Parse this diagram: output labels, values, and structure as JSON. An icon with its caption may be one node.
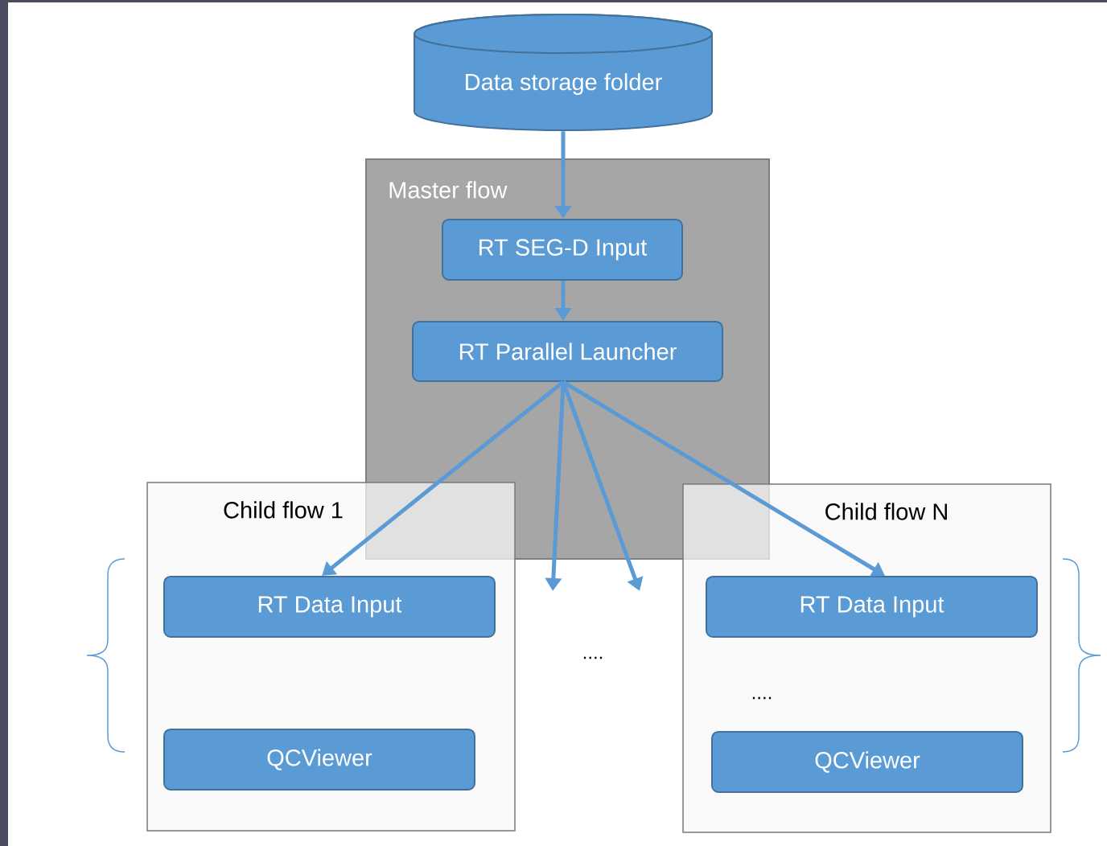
{
  "diagram": {
    "nodes": [
      {
        "text": [
          "Data storage folder"
        ]
      },
      {
        "text": [
          "Master flow"
        ]
      },
      {
        "text": [
          "RT SEG-D Input"
        ],
        "in": 1
      },
      {
        "text": [
          "RT Parallel Launcher"
        ],
        "in": 1
      },
      {
        "text": [
          "Child flow 1"
        ]
      },
      {
        "text": [
          "RT Data Input"
        ],
        "in": 4
      },
      {
        "text": [
          "QCViewer"
        ],
        "in": 4
      },
      {
        "text": [
          "Child flow N"
        ]
      },
      {
        "text": [
          "RT Data Input"
        ],
        "in": 7
      },
      {
        "text": [
          "QCViewer"
        ],
        "in": 7
      }
    ],
    "edges": [
      {
        "from": 0,
        "to": 2,
        "arrow": "to"
      },
      {
        "from": 2,
        "to": 3,
        "arrow": "to"
      },
      {
        "from": 3,
        "to": 5,
        "arrow": "to"
      },
      {
        "from": 3,
        "to": null,
        "arrow": "to"
      },
      {
        "from": 3,
        "to": null,
        "arrow": "to"
      },
      {
        "from": 3,
        "to": 8,
        "arrow": "to"
      }
    ],
    "labels": [
      "....",
      "...."
    ]
  }
}
